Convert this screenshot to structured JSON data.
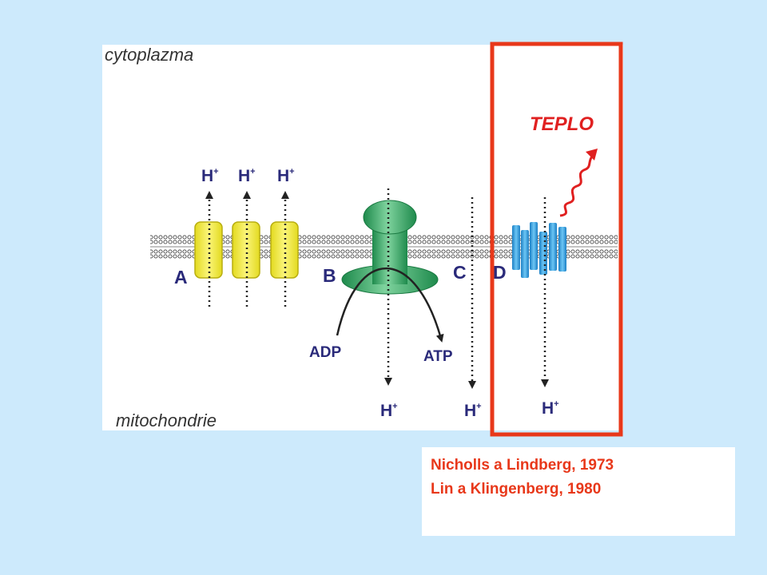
{
  "regions": {
    "top": "cytoplazma",
    "bottom": "mitochondrie"
  },
  "proteins": {
    "a": "A",
    "b": "B",
    "c": "C",
    "d": "D"
  },
  "protons": {
    "h": "H",
    "charge": "+"
  },
  "nucleotides": {
    "adp": "ADP",
    "atp": "ATP"
  },
  "heat_label": "TEPLO",
  "references": [
    "Nicholls a Lindberg, 1973",
    "Lin a Klingenberg, 1980"
  ],
  "colors": {
    "background": "#cdeafc",
    "panel": "#ffffff",
    "highlight_box": "#e8381a",
    "heat": "#e02020",
    "label_navy": "#2a2a7a",
    "yellow_channel": "#f0ea3a",
    "atp_synthase": "#2fa865",
    "ucp": "#2a9fe0",
    "references": "#e8381a"
  }
}
